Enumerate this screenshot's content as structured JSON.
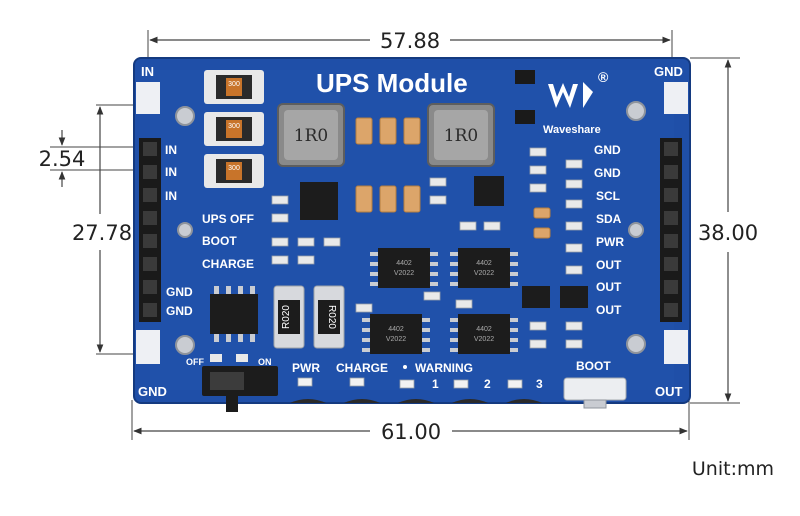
{
  "dimensions": {
    "top_width": "57.88",
    "bottom_width": "61.00",
    "right_height": "38.00",
    "left_height": "27.78",
    "pin_pitch": "2.54",
    "unit": "Unit:mm"
  },
  "board": {
    "title": "UPS Module",
    "brand": "Waveshare",
    "registered": "®",
    "corner_labels": {
      "top_left": "IN",
      "top_right": "GND",
      "bottom_left": "GND",
      "bottom_right": "OUT"
    },
    "left_header_labels": [
      "IN",
      "IN",
      "IN"
    ],
    "left_gnd_labels": [
      "GND",
      "GND"
    ],
    "control_labels": [
      "UPS OFF",
      "BOOT",
      "CHARGE"
    ],
    "right_header_labels": [
      "GND",
      "GND",
      "SCL",
      "SDA",
      "PWR",
      "OUT",
      "OUT",
      "OUT"
    ],
    "led_labels": [
      "PWR",
      "CHARGE",
      "WARNING",
      "1",
      "2",
      "3"
    ],
    "switch_labels": {
      "off": "OFF",
      "on": "ON"
    },
    "boot_button_label": "BOOT",
    "inductor_marking": "1R0",
    "resistor_marking": "R020",
    "cap_marking": "300",
    "chip_markings": [
      "4402",
      "V2022"
    ]
  },
  "colors": {
    "pcb": "#1f4fa8",
    "pcb_dark": "#173f8a",
    "silkscreen": "#ffffff",
    "dimension_line": "#333333",
    "text": "#222222"
  }
}
